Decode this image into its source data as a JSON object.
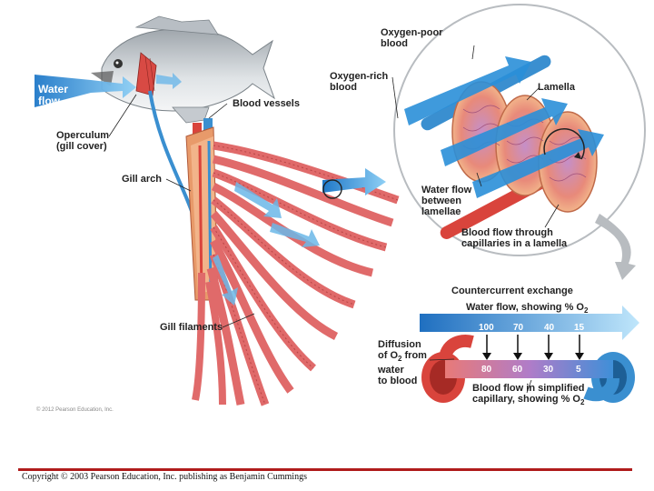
{
  "labels": {
    "water_flow": "Water\nflow",
    "operculum": "Operculum\n(gill cover)",
    "blood_vessels": "Blood vessels",
    "gill_arch": "Gill arch",
    "gill_filaments": "Gill filaments",
    "oxygen_poor": "Oxygen-poor\nblood",
    "oxygen_rich": "Oxygen-rich\nblood",
    "lamella": "Lamella",
    "water_between": "Water flow\nbetween\nlamellae",
    "blood_capillaries": "Blood flow through\ncapillaries in a lamella",
    "countercurrent": "Countercurrent exchange",
    "water_showing": "Water flow, showing % O",
    "water_showing_sub": "2",
    "diffusion": "Diffusion\nof O",
    "diffusion_sub": "2",
    "diffusion_rest": " from\nwater\nto blood",
    "blood_simplified": "Blood flow in simplified\ncapillary, showing % O",
    "blood_simplified_sub": "2",
    "pearson_small": "© 2012 Pearson Education, Inc."
  },
  "water_values": [
    "100",
    "70",
    "40",
    "15"
  ],
  "blood_values": [
    "80",
    "60",
    "30",
    "5"
  ],
  "footer": "Copyright © 2003 Pearson Education, Inc. publishing as Benjamin Cummings",
  "colors": {
    "water_blue": "#3a9ad9",
    "blood_red": "#d9443c",
    "oxygen_poor_blue": "#2a84c8",
    "filament_red": "#e06a6a",
    "rule_red": "#b01c1c"
  }
}
